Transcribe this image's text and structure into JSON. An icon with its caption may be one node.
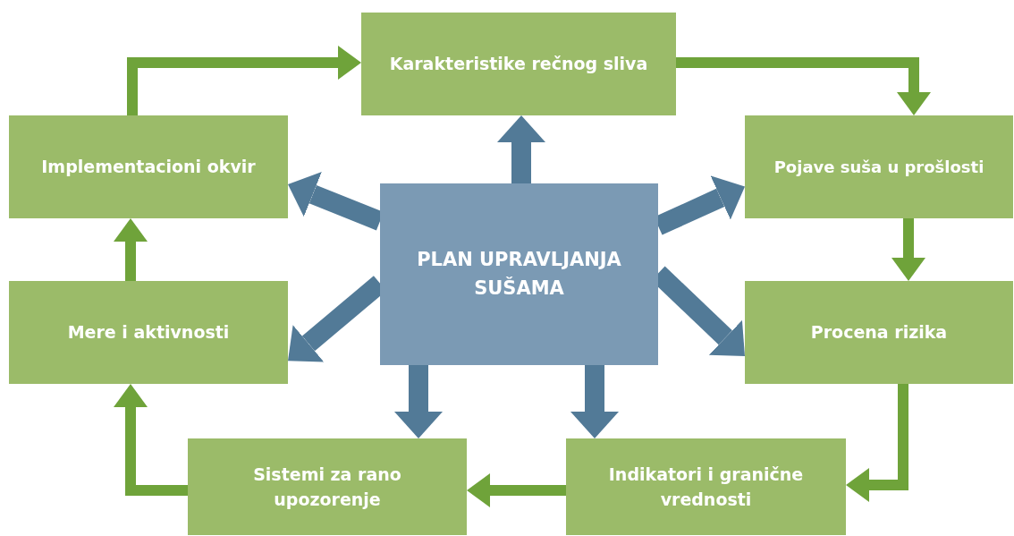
{
  "diagram": {
    "nodes": [
      {
        "text": [
          "PLAN UPRAVLJANJA SUŠAMA"
        ]
      },
      {
        "text": [
          "Karakteristike rečnog sliva"
        ]
      },
      {
        "text": [
          "Pojave suša u prošlosti"
        ]
      },
      {
        "text": [
          "Procena rizika"
        ]
      },
      {
        "text": [
          "Indikatori i granične vrednosti"
        ]
      },
      {
        "text": [
          "Sistemi za rano upozorenje"
        ]
      },
      {
        "text": [
          "Mere i aktivnosti"
        ]
      },
      {
        "text": [
          "Implementacioni okvir"
        ]
      }
    ],
    "edges": [
      {
        "from": 1,
        "to": 2,
        "arrow": "to",
        "color": "#6fa33a"
      },
      {
        "from": 2,
        "to": 3,
        "arrow": "to",
        "color": "#6fa33a"
      },
      {
        "from": 3,
        "to": 4,
        "arrow": "to",
        "color": "#6fa33a"
      },
      {
        "from": 4,
        "to": 5,
        "arrow": "to",
        "color": "#6fa33a"
      },
      {
        "from": 5,
        "to": 6,
        "arrow": "to",
        "color": "#6fa33a"
      },
      {
        "from": 6,
        "to": 7,
        "arrow": "to",
        "color": "#6fa33a"
      },
      {
        "from": 7,
        "to": 1,
        "arrow": "to",
        "color": "#6fa33a"
      },
      {
        "from": 0,
        "to": 1,
        "arrow": "to",
        "style": "thick",
        "color": "#527a97"
      },
      {
        "from": 0,
        "to": 2,
        "arrow": "to",
        "style": "thick",
        "color": "#527a97"
      },
      {
        "from": 0,
        "to": 3,
        "arrow": "to",
        "style": "thick",
        "color": "#527a97"
      },
      {
        "from": 0,
        "to": 4,
        "arrow": "to",
        "style": "thick",
        "color": "#527a97"
      },
      {
        "from": 0,
        "to": 5,
        "arrow": "to",
        "style": "thick",
        "color": "#527a97"
      },
      {
        "from": 0,
        "to": 6,
        "arrow": "to",
        "style": "thick",
        "color": "#527a97"
      },
      {
        "from": 0,
        "to": 7,
        "arrow": "to",
        "style": "thick",
        "color": "#527a97"
      }
    ]
  }
}
